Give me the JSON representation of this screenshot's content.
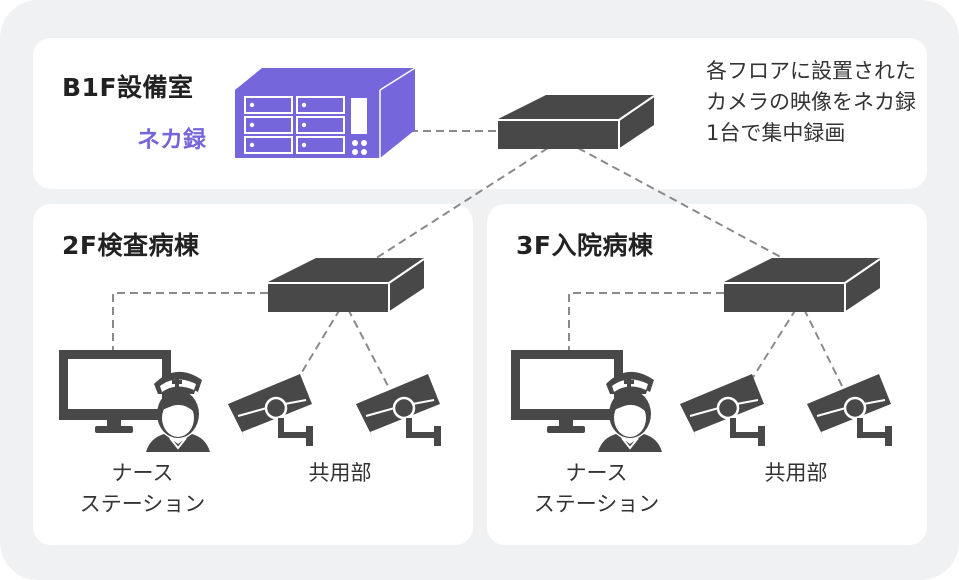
{
  "colors": {
    "background": "#f0f1f3",
    "panel": "#ffffff",
    "brand": "#7566dc",
    "device": "#484848",
    "line": "#8a8a8a",
    "text": "#333333"
  },
  "sections": {
    "b1f": {
      "title": "B1F設備室",
      "recorder_label": "ネカ録",
      "description": "各フロアに設置されたカメラの映像をネカ録1台で集中録画"
    },
    "floor2": {
      "title": "2F検査病棟",
      "station_label_line1": "ナース",
      "station_label_line2": "ステーション",
      "camera_area_label": "共用部"
    },
    "floor3": {
      "title": "3F入院病棟",
      "station_label_line1": "ナース",
      "station_label_line2": "ステーション",
      "camera_area_label": "共用部"
    }
  },
  "icons": {
    "recorder": "nvr-recorder-icon",
    "switch": "network-switch-icon",
    "monitor": "monitor-icon",
    "nurse": "nurse-icon",
    "camera": "security-camera-icon"
  }
}
